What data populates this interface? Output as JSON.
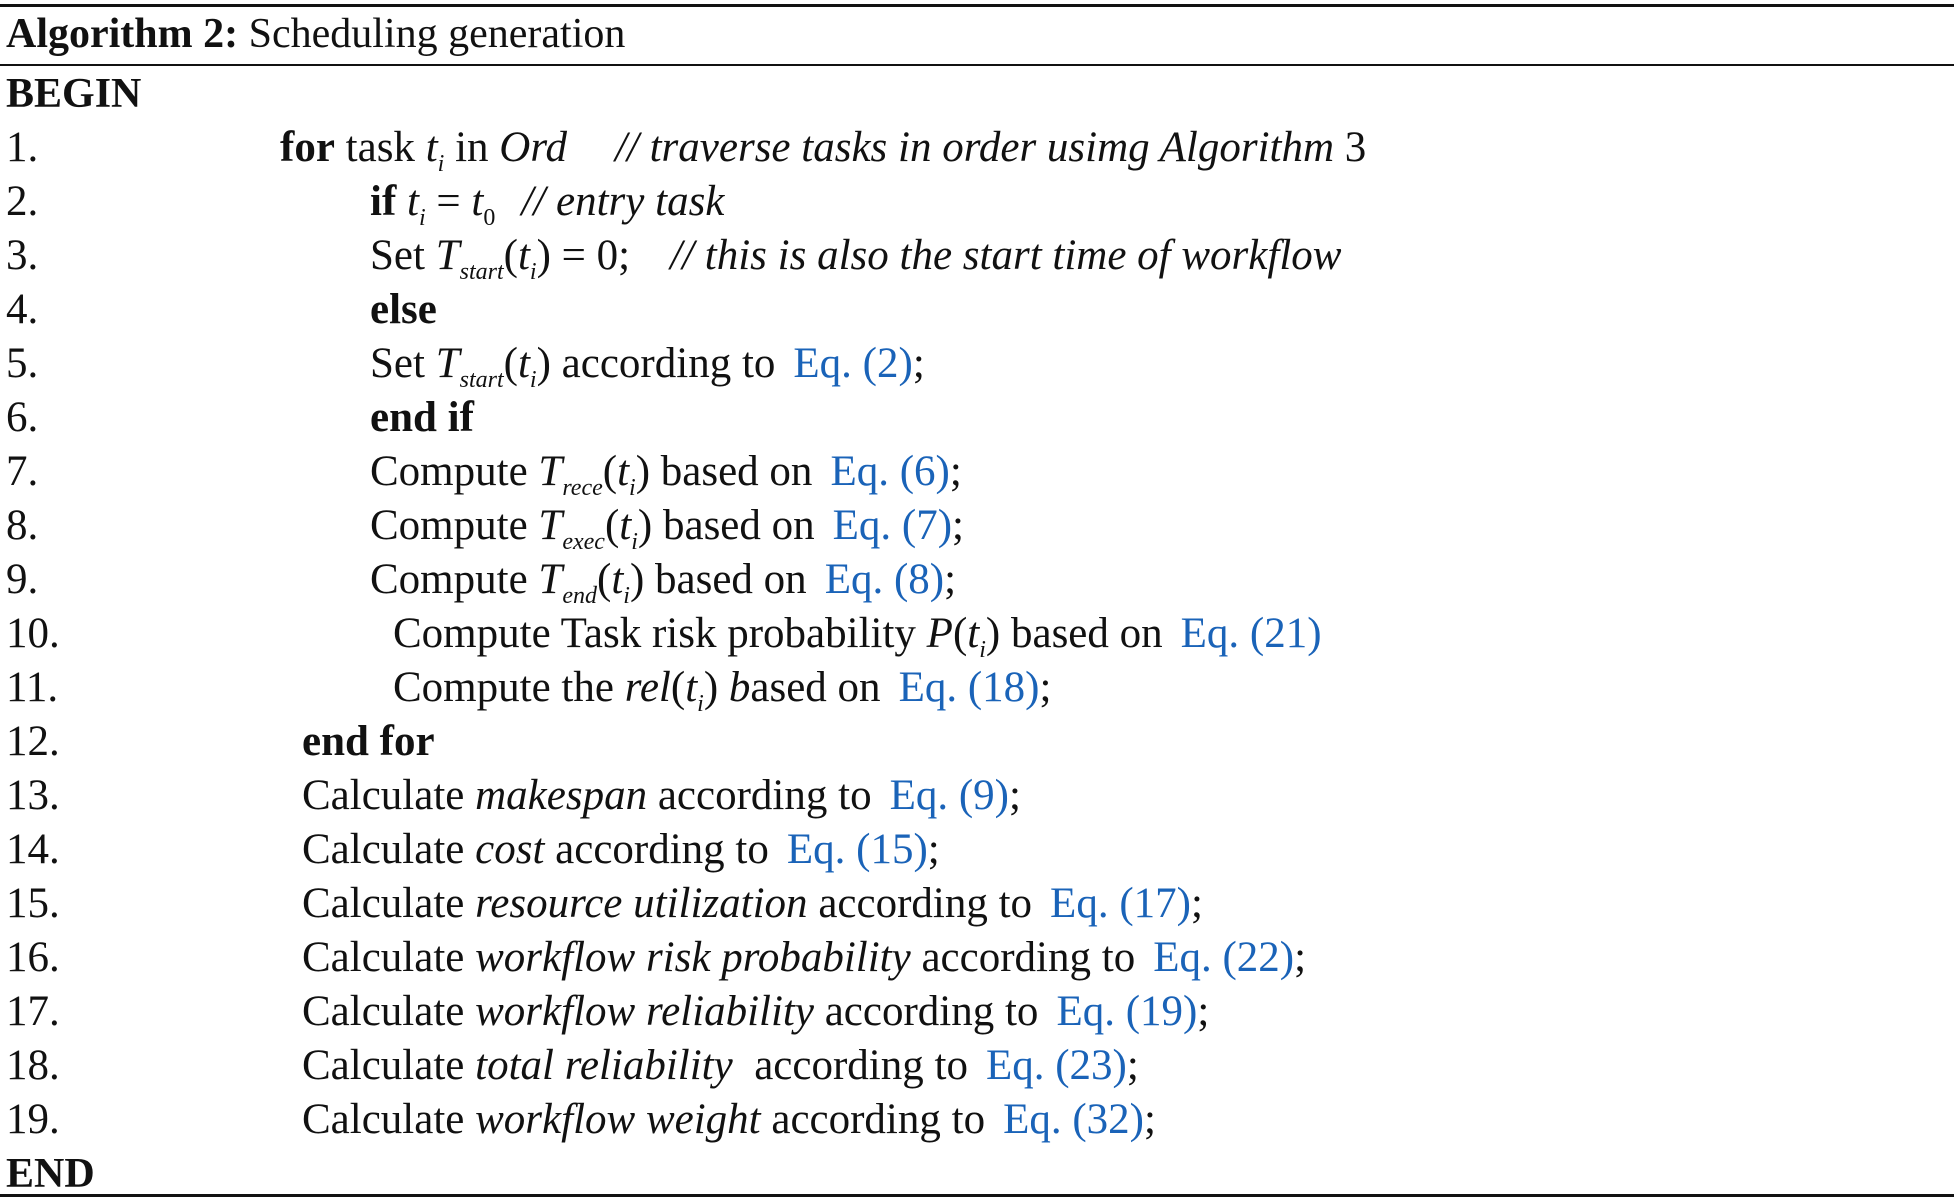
{
  "header": {
    "label": "Algorithm 2:",
    "title": "Scheduling generation"
  },
  "begin": "BEGIN",
  "end": "END",
  "kw": {
    "for": "for",
    "if": "if",
    "else": "else",
    "end_if": "end if",
    "end_for": "end for"
  },
  "text": {
    "task": "task",
    "in": "in",
    "set": "Set",
    "compute": "Compute",
    "compute_task_risk": "Compute Task risk probability",
    "compute_the": "Compute the",
    "calculate": "Calculate",
    "according_to": "according to",
    "based_on": "based on",
    "ased_on": "ased on",
    "eq_zero": "= 0;",
    "equals": "=",
    "semi": ";"
  },
  "math": {
    "ti": "t",
    "i": "i",
    "t0": "t",
    "zero": "0",
    "Ord": "Ord",
    "T": "T",
    "start": "start",
    "rece": "rece",
    "exec": "exec",
    "end": "end",
    "P": "P",
    "rel": "rel",
    "b": "b"
  },
  "comments": {
    "line1": "// traverse tasks in order usimg Algorithm",
    "line1_num": "3",
    "line2": "// entry task",
    "line3": "// this is also the start time of workflow"
  },
  "lines": [
    {
      "num": "1."
    },
    {
      "num": "2."
    },
    {
      "num": "3."
    },
    {
      "num": "4."
    },
    {
      "num": "5."
    },
    {
      "num": "6."
    },
    {
      "num": "7."
    },
    {
      "num": "8."
    },
    {
      "num": "9."
    },
    {
      "num": "10."
    },
    {
      "num": "11."
    },
    {
      "num": "12."
    },
    {
      "num": "13."
    },
    {
      "num": "14."
    },
    {
      "num": "15."
    },
    {
      "num": "16."
    },
    {
      "num": "17."
    },
    {
      "num": "18."
    },
    {
      "num": "19."
    }
  ],
  "refs": {
    "eq2": "Eq. (2)",
    "eq6": "Eq. (6)",
    "eq7": "Eq. (7)",
    "eq8": "Eq. (8)",
    "eq21": "Eq. (21)",
    "eq18": "Eq. (18)",
    "eq9": "Eq. (9)",
    "eq15": "Eq. (15)",
    "eq17": "Eq. (17)",
    "eq22": "Eq. (22)",
    "eq19": "Eq. (19)",
    "eq23": "Eq. (23)",
    "eq32": "Eq. (32)"
  },
  "metrics": {
    "makespan": "makespan",
    "cost": "cost",
    "resource_utilization": "resource utilization",
    "workflow_risk_probability": "workflow risk probability",
    "workflow_reliability": "workflow reliability",
    "total_reliability": "total reliability",
    "workflow_weight": "workflow weight"
  },
  "colors": {
    "link": "#1a63b8",
    "text": "#111111",
    "rule": "#111111"
  }
}
